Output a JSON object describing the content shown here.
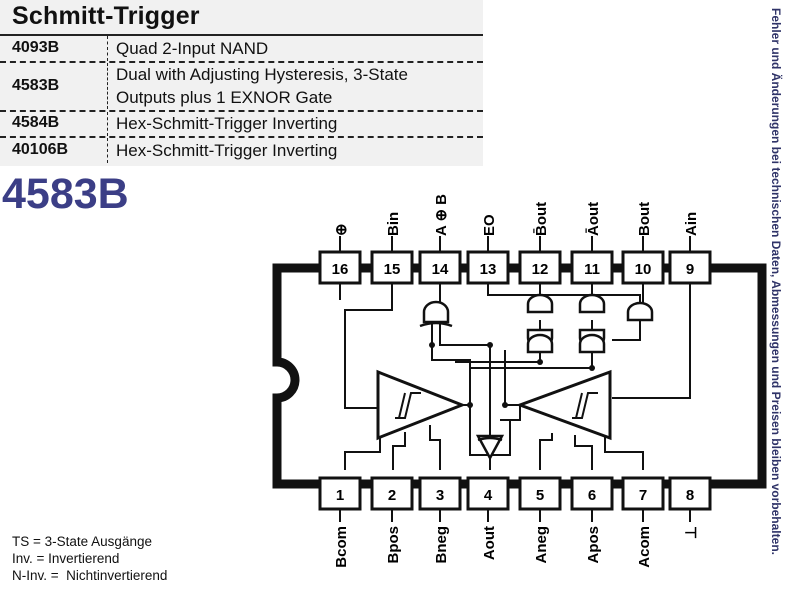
{
  "table": {
    "title": "Schmitt-Trigger",
    "rows": [
      {
        "code": "4093B",
        "description": "Quad 2-Input NAND"
      },
      {
        "code": "4583B",
        "description": "Dual with Adjusting Hysteresis, 3-State\nOutputs plus 1 EXNOR Gate"
      },
      {
        "code": "4584B",
        "description": "Hex-Schmitt-Trigger Inverting"
      },
      {
        "code": "40106B",
        "description": "Hex-Schmitt-Trigger Inverting"
      }
    ]
  },
  "part_heading": "4583B",
  "pins_top": [
    {
      "num": "16",
      "label": "⊕"
    },
    {
      "num": "15",
      "label": "Bin"
    },
    {
      "num": "14",
      "label": "A ⊕ B"
    },
    {
      "num": "13",
      "label": "EO"
    },
    {
      "num": "12",
      "label": "B̄out"
    },
    {
      "num": "11",
      "label": "Āout"
    },
    {
      "num": "10",
      "label": "Bout"
    },
    {
      "num": "9",
      "label": "Ain"
    }
  ],
  "pins_bottom": [
    {
      "num": "1",
      "label": "Bcom"
    },
    {
      "num": "2",
      "label": "Bpos"
    },
    {
      "num": "3",
      "label": "Bneg"
    },
    {
      "num": "4",
      "label": "Aout"
    },
    {
      "num": "5",
      "label": "Aneg"
    },
    {
      "num": "6",
      "label": "Apos"
    },
    {
      "num": "7",
      "label": "Acom"
    },
    {
      "num": "8",
      "label": "⊥"
    }
  ],
  "legend": [
    "TS = 3-State Ausgänge",
    "Inv. = Invertierend",
    "N-Inv. =  Nichtinvertierend"
  ],
  "side_note": "Fehler und Änderungen bei technischen Daten, Abmessungen und Preisen bleiben vorbehalten."
}
